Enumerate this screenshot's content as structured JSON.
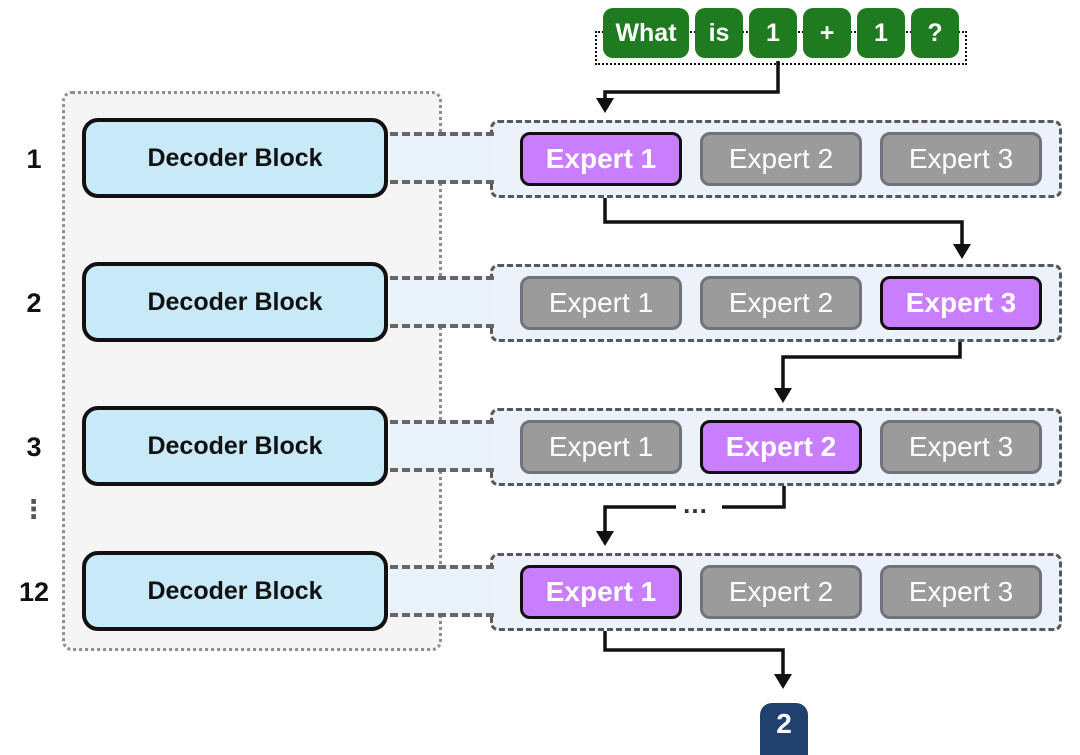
{
  "tokens": {
    "items": [
      "What",
      "is",
      "1",
      "+",
      "1",
      "?"
    ],
    "color": "#1f7b1f"
  },
  "layer_labels": [
    "1",
    "2",
    "3",
    "12"
  ],
  "decoder": {
    "block_label": "Decoder Block",
    "ellipsis": "⋮"
  },
  "expert_rows": [
    {
      "experts": [
        "Expert 1",
        "Expert 2",
        "Expert 3"
      ],
      "selected": 0
    },
    {
      "experts": [
        "Expert 1",
        "Expert 2",
        "Expert 3"
      ],
      "selected": 2
    },
    {
      "experts": [
        "Expert 1",
        "Expert 2",
        "Expert 3"
      ],
      "selected": 1
    },
    {
      "experts": [
        "Expert 1",
        "Expert 2",
        "Expert 3"
      ],
      "selected": 0
    }
  ],
  "flow": {
    "skip_ellipsis": "…",
    "output_label": "2"
  },
  "colors": {
    "token_green": "#1f7b1f",
    "decoder_blue": "#c7e9f8",
    "selected_purple": "#c87eff",
    "unselected_gray": "#9b9b9b",
    "output_navy": "#20406e"
  }
}
